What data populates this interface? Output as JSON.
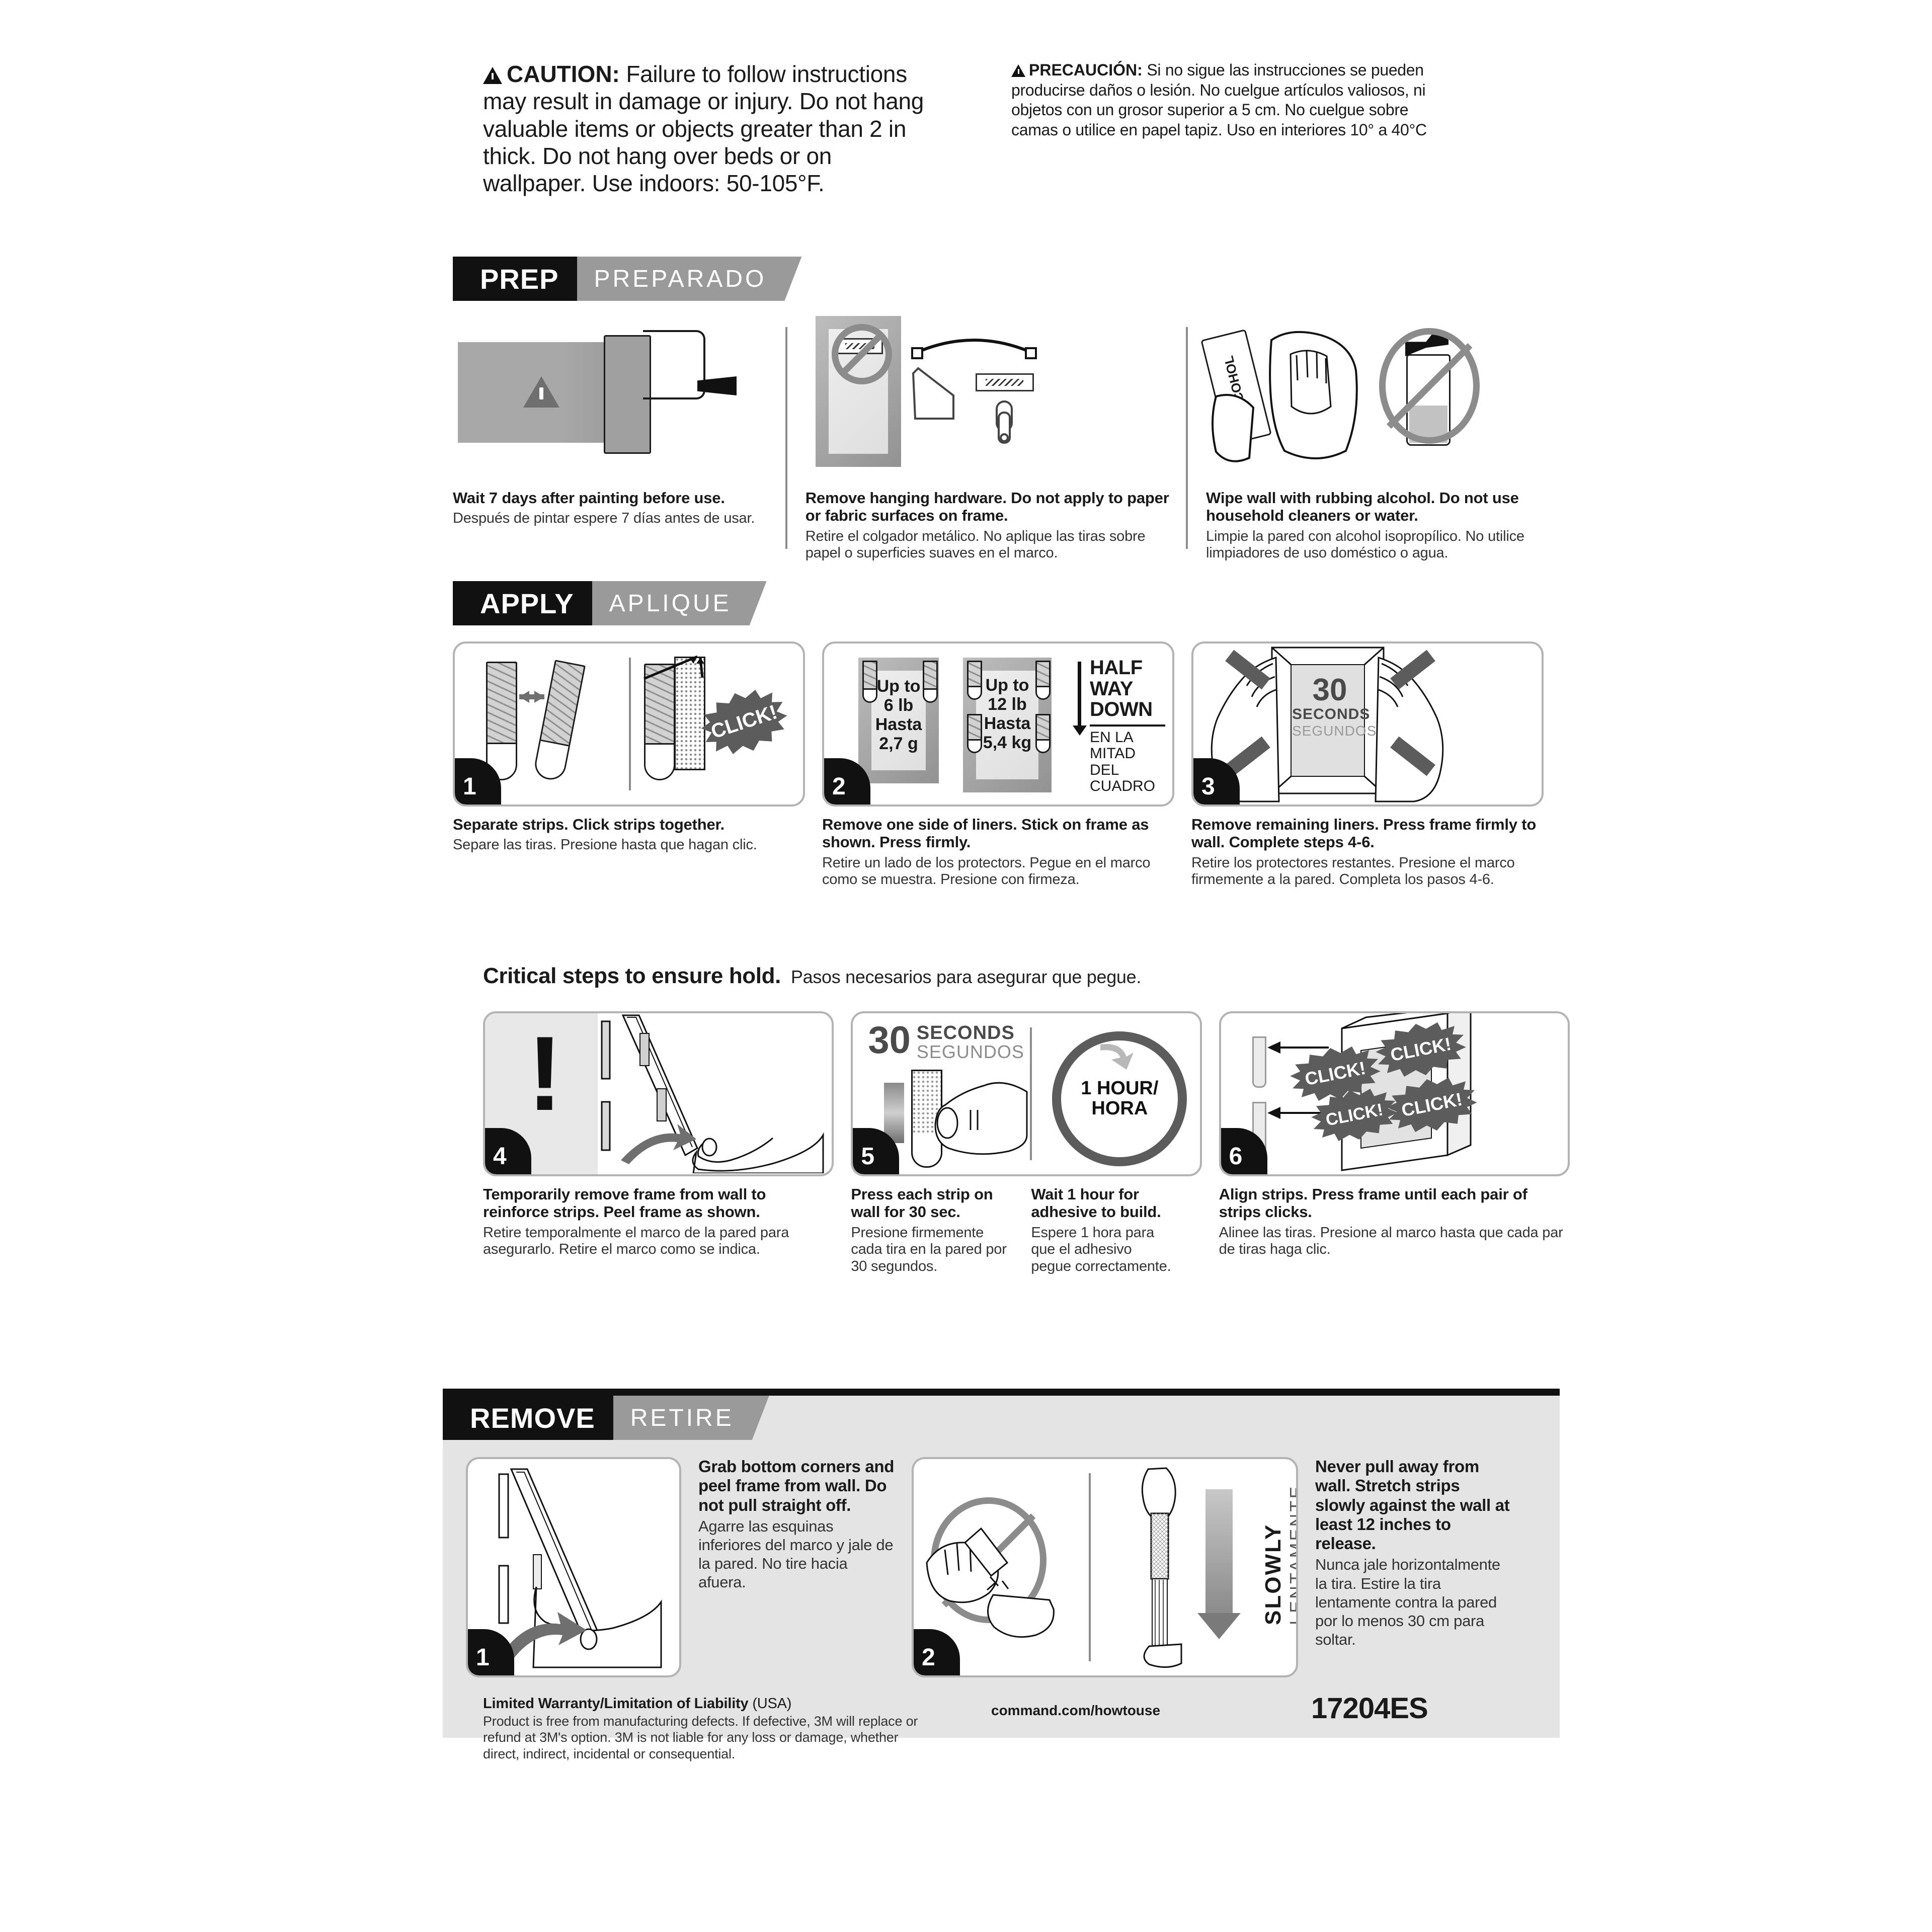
{
  "caution": {
    "en_label": "CAUTION:",
    "en_text": "Failure to follow instructions may result in damage or injury. Do not hang valuable items or objects greater than 2 in thick. Do not hang over beds or on wallpaper. Use indoors: 50-105°F.",
    "es_label": "PRECAUCIÓN:",
    "es_text": "Si no sigue las instrucciones se pueden producirse daños o lesión. No cuelgue artículos valiosos, ni objetos con un grosor superior a 5 cm. No cuelgue sobre camas o utilice en papel tapiz. Uso en interiores 10° a 40°C"
  },
  "prep": {
    "banner_en": "PREP",
    "banner_es": "PREPARADO",
    "steps": [
      {
        "en": "Wait 7 days after painting before use.",
        "es": "Después de pintar espere 7 días antes de usar."
      },
      {
        "en": "Remove hanging hardware. Do not apply to paper or fabric surfaces on frame.",
        "es": "Retire el colgador metálico. No aplique las tiras sobre papel o superficies suaves en el marco."
      },
      {
        "en": "Wipe wall with rubbing alcohol. Do not use household cleaners or water.",
        "es": "Limpie la pared con alcohol isopropílico. No utilice limpiadores de uso doméstico o agua."
      }
    ],
    "alcohol_label": "ALCOHOL"
  },
  "apply": {
    "banner_en": "APPLY",
    "banner_es": "APLIQUE",
    "steps": [
      {
        "num": "1",
        "en": "Separate strips. Click strips together.",
        "es": "Separe las tiras. Presione hasta que hagan clic.",
        "click_label": "CLICK!"
      },
      {
        "num": "2",
        "en": "Remove one side of liners. Stick on frame as shown. Press firmly.",
        "es": "Retire un lado de los protectors. Pegue en el marco como se muestra. Presione con firmeza.",
        "frame_a_line1": "Up to",
        "frame_a_line2": "6 lb",
        "frame_a_line3": "Hasta",
        "frame_a_line4": "2,7 g",
        "frame_b_line1": "Up to",
        "frame_b_line2": "12 lb",
        "frame_b_line3": "Hasta",
        "frame_b_line4": "5,4 kg",
        "halfway_en": "HALF WAY DOWN",
        "halfway_es": "EN LA MITAD DEL CUADRO"
      },
      {
        "num": "3",
        "en": "Remove remaining liners. Press frame firmly to wall. Complete steps 4-6.",
        "es": "Retire los protectores restantes. Presione el marco firmemente a la pared. Completa los pasos 4-6.",
        "time_num": "30",
        "time_en": "SECONDS",
        "time_es": "SEGUNDOS"
      }
    ]
  },
  "critical": {
    "head_en": "Critical steps to ensure hold.",
    "head_es": "Pasos necesarios para asegurar que pegue.",
    "steps": [
      {
        "num": "4",
        "en": "Temporarily remove frame from wall to reinforce strips. Peel frame as shown.",
        "es": "Retire temporalmente el marco de la pared para asegurarlo. Retire el marco como se indica.",
        "symbol": "!"
      },
      {
        "num": "5",
        "en": "Press each strip on wall for 30 sec.",
        "es": "Presione firmemente cada tira en la pared por 30 segundos.",
        "time_num": "30",
        "time_en": "SECONDS",
        "time_es": "SEGUNDOS",
        "clock_label": "1 HOUR/ HORA",
        "side_en": "Wait 1 hour for adhesive to build.",
        "side_es": "Espere 1 hora para que el adhesivo pegue correctamente."
      },
      {
        "num": "6",
        "en": "Align strips. Press frame until each pair of strips clicks.",
        "es": "Alinee las tiras. Presione al marco hasta que cada par de tiras haga clic.",
        "click_label": "CLICK!"
      }
    ]
  },
  "remove": {
    "banner_en": "REMOVE",
    "banner_es": "RETIRE",
    "steps": [
      {
        "num": "1",
        "en": "Grab bottom corners and peel frame from wall. Do not pull straight off.",
        "es": "Agarre las esquinas inferiores del marco y jale de la pared. No tire hacia afuera."
      },
      {
        "num": "2",
        "en": "Never pull away from wall. Stretch strips slowly against the wall at least 12 inches to release.",
        "es": "Nunca jale horizontalmente la tira. Estire la tira lentamente contra la pared por lo menos 30 cm para soltar.",
        "slowly_en": "SLOWLY",
        "slowly_es": "LENTAMENTE"
      }
    ]
  },
  "footer": {
    "warranty_title": "Limited Warranty/Limitation of Liability",
    "warranty_region": "(USA)",
    "warranty_body": "Product is free from manufacturing defects. If defective, 3M will replace or refund at 3M's option. 3M is not liable for any loss or damage, whether direct, indirect, incidental or consequential.",
    "url": "command.com/howtouse",
    "code": "17204ES"
  },
  "colors": {
    "black": "#111111",
    "gray_banner": "#9a9a9a",
    "panel_border": "#b3b3b3",
    "light_panel_bg": "#e4e4e4",
    "burst": "#5c5c5c"
  }
}
